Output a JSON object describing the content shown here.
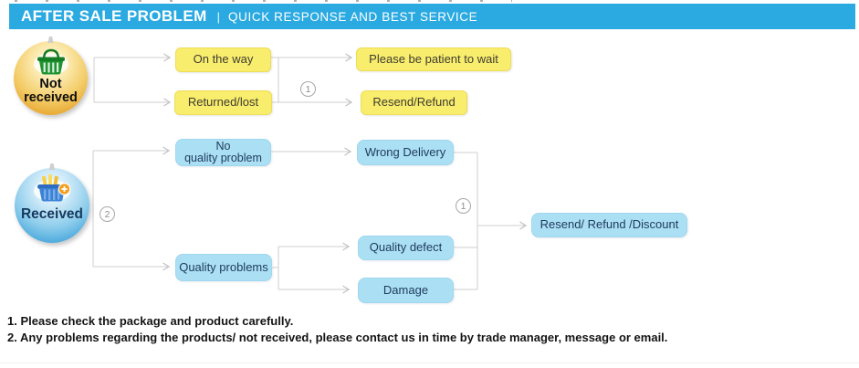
{
  "header": {
    "title": "AFTER SALE PROBLEM",
    "separator": "|",
    "subtitle": "QUICK RESPONSE AND BEST SERVICE"
  },
  "flowchart": {
    "not_received": {
      "line1": "Not",
      "line2": "received"
    },
    "received": {
      "label": "Received"
    },
    "boxes": {
      "on_the_way": "On the way",
      "returned_lost": "Returned/lost",
      "please_wait": "Please be patient to wait",
      "resend_refund": "Resend/Refund",
      "no_quality_problem_line1": "No",
      "no_quality_problem_line2": "quality problem",
      "wrong_delivery": "Wrong Delivery",
      "quality_problems": "Quality problems",
      "quality_defect": "Quality defect",
      "damage": "Damage",
      "resend_refund_discount": "Resend/ Refund /Discount"
    },
    "badges": {
      "step_one": "1",
      "step_two": "2"
    }
  },
  "notes": {
    "line1": "1. Please check the package and product carefully.",
    "line2": "2. Any problems regarding the products/ not received, please contact us in time by trade manager, message or email."
  },
  "colors": {
    "header_bar": "#2baae2",
    "yellow_box": "#f9ed6d",
    "blue_box": "#abdff4",
    "connector": "#cfcfcf",
    "navy_text": "#1d3a5c"
  }
}
